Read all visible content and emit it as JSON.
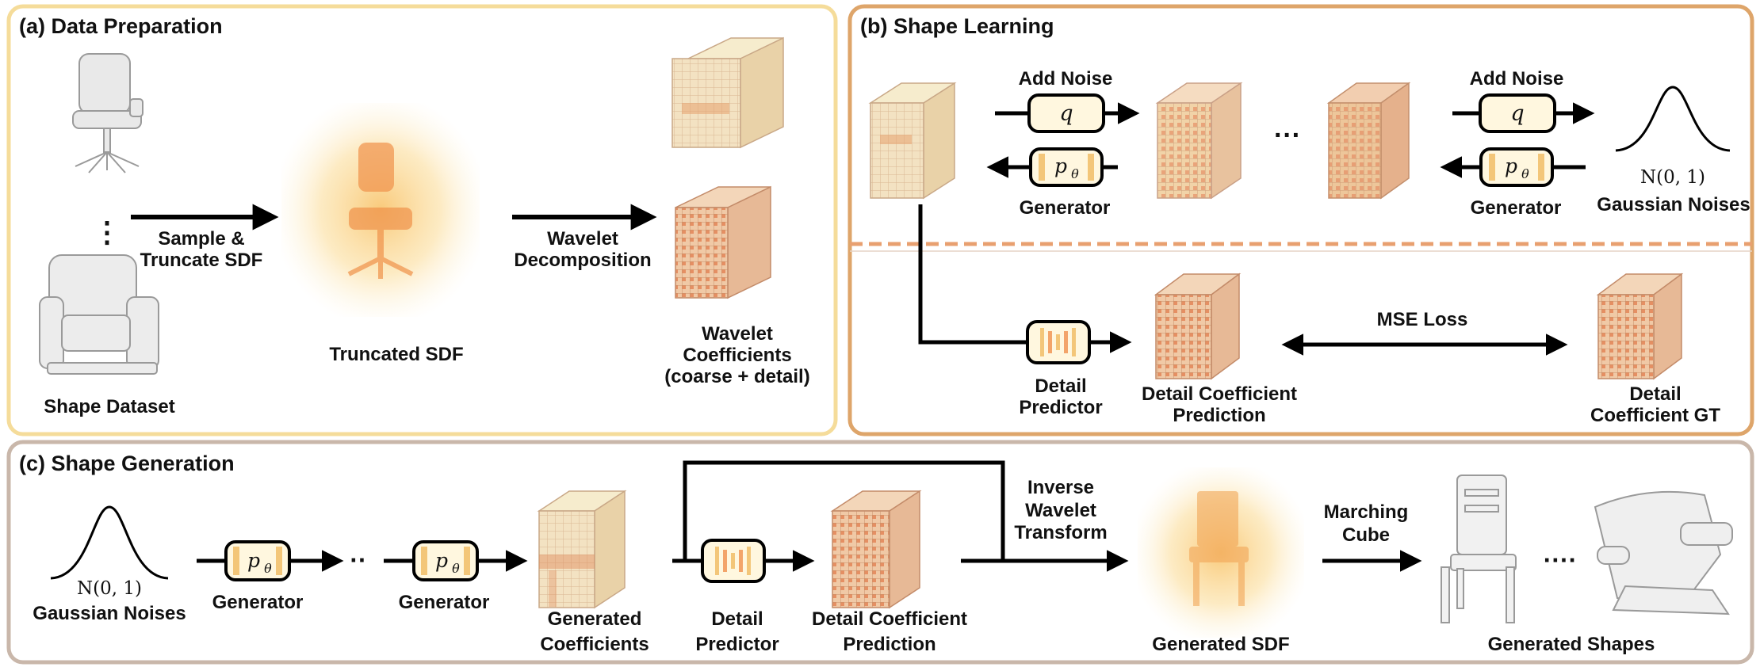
{
  "panels": {
    "a": {
      "title": "(a) Data Preparation",
      "labels": {
        "shape_dataset": "Shape Dataset",
        "ellipsis": "⋮",
        "sample_1": "Sample &",
        "sample_2": "Truncate SDF",
        "truncated_sdf": "Truncated SDF",
        "wavelet_1": "Wavelet",
        "wavelet_2": "Decomposition",
        "coeff_1": "Wavelet",
        "coeff_2": "Coefficients",
        "coeff_3": "(coarse + detail)"
      }
    },
    "b": {
      "title": "(b) Shape Learning",
      "labels": {
        "add_noise_left": "Add Noise",
        "add_noise_right": "Add Noise",
        "q_left": "q",
        "q_right": "q",
        "p_left": "p",
        "p_right": "p",
        "theta": "θ",
        "generator_left": "Generator",
        "generator_right": "Generator",
        "ellipsis": "···",
        "normal": "N(0, 1)",
        "gaussian_noises": "Gaussian Noises",
        "detail_predictor_1": "Detail",
        "detail_predictor_2": "Predictor",
        "dcp_1": "Detail Coefficient",
        "dcp_2": "Prediction",
        "mse_loss": "MSE Loss",
        "gt_1": "Detail",
        "gt_2": "Coefficient GT"
      }
    },
    "c": {
      "title": "(c) Shape Generation",
      "labels": {
        "normal": "N(0, 1)",
        "gaussian_noises": "Gaussian Noises",
        "p_1": "p",
        "p_2": "p",
        "theta": "θ",
        "generator_1": "Generator",
        "generator_2": "Generator",
        "ellipsis_1": "··",
        "gen_coeff_1": "Generated",
        "gen_coeff_2": "Coefficients",
        "detail_predictor_1": "Detail",
        "detail_predictor_2": "Predictor",
        "dcp_1": "Detail Coefficient",
        "dcp_2": "Prediction",
        "iwt_1": "Inverse",
        "iwt_2": "Wavelet",
        "iwt_3": "Transform",
        "generated_sdf": "Generated SDF",
        "marching_1": "Marching",
        "marching_2": "Cube",
        "ellipsis_2": "····",
        "generated_shapes": "Generated Shapes"
      }
    }
  },
  "colors": {
    "panel_a_border": "#f5dc9a",
    "panel_b_border": "#dea56a",
    "panel_c_border": "#c9b7aa",
    "panel_b_divider": "#e8a070",
    "block_fill": "#fff7df",
    "block_stripe": "#f3c679",
    "cube_light": "#f3e2c2",
    "cube_dark": "#e08a5c",
    "sdf_glow": "#f9c865"
  }
}
